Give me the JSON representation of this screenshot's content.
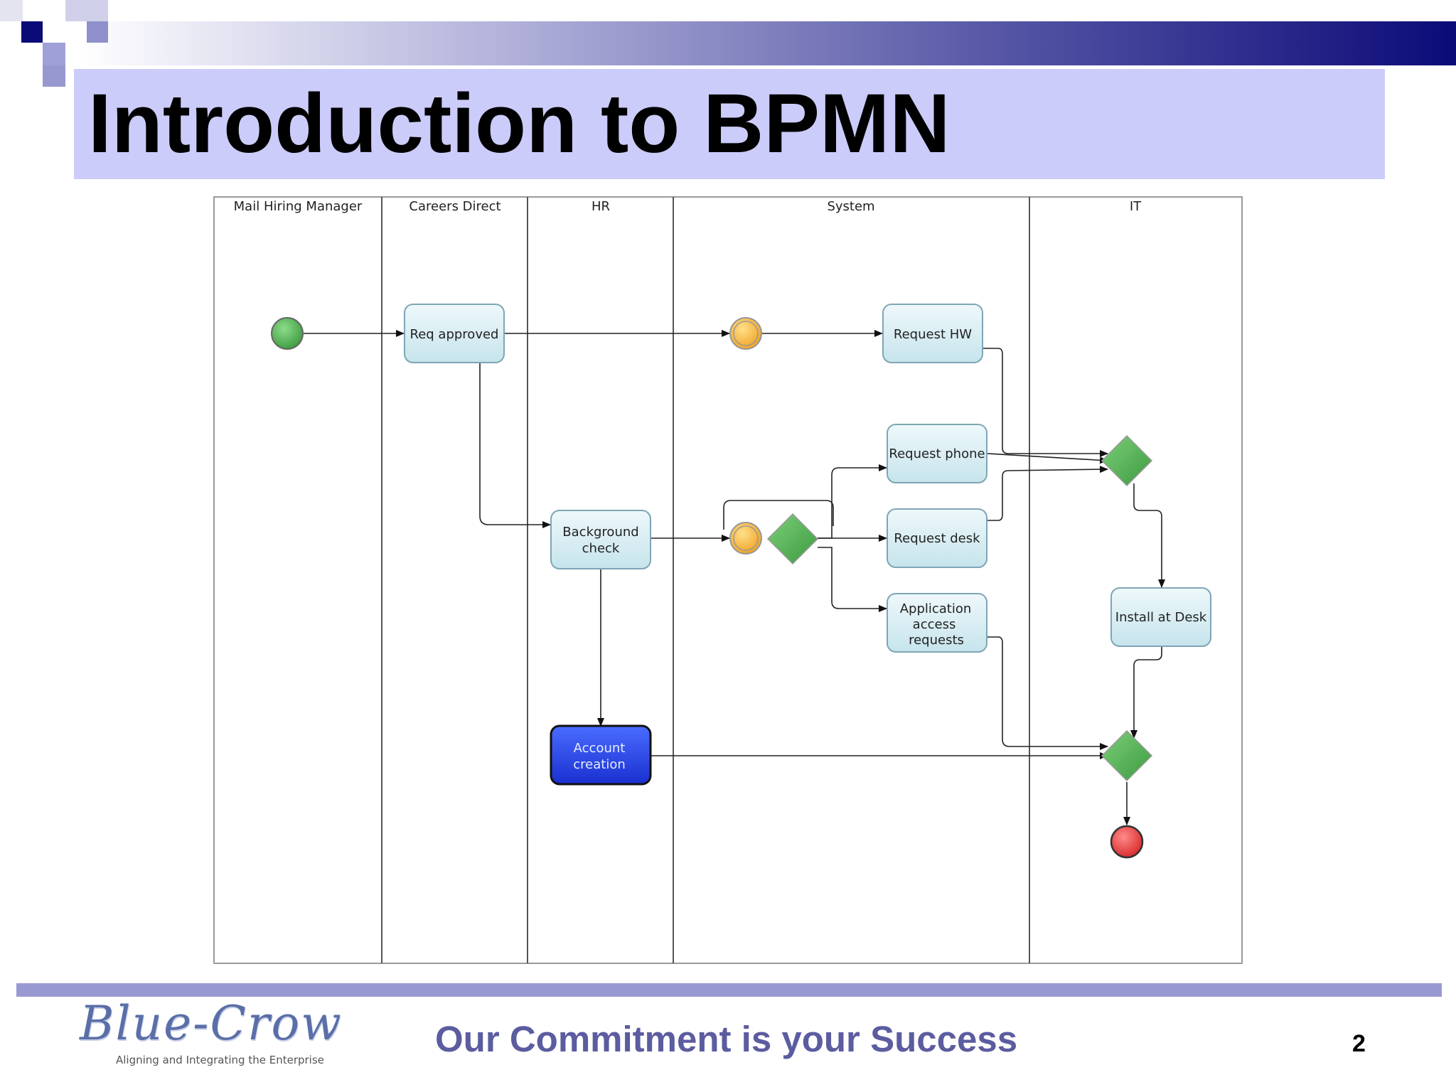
{
  "slide": {
    "title": "Introduction to BPMN",
    "footer_slogan": "Our Commitment is your Success",
    "page_number": "2"
  },
  "logo": {
    "script_text": "Blue-Crow",
    "tagline": "Aligning and Integrating the Enterprise"
  },
  "colors": {
    "title_band": "#ccccfa",
    "header_dark": "#0b0b78",
    "footer_line": "#9a9ad2",
    "slogan_text": "#5c5ca0",
    "task_fill": "#d6eef4",
    "task_stroke": "#7ea6b4",
    "highlight_task_fill": "#3050f0",
    "start_event": "#4caf50",
    "intermediate_event": "#f5b731",
    "end_event": "#e53935",
    "gateway": "#4caf50"
  },
  "diagram": {
    "lanes": [
      {
        "label": "Mail Hiring Manager"
      },
      {
        "label": "Careers Direct"
      },
      {
        "label": "HR"
      },
      {
        "label": "System"
      },
      {
        "label": "IT"
      }
    ],
    "tasks": {
      "req_approved": "Req approved",
      "background_check": [
        "Background",
        "check"
      ],
      "account_creation": [
        "Account",
        "creation"
      ],
      "request_hw": "Request HW",
      "request_phone": "Request phone",
      "request_desk": "Request desk",
      "application_access": [
        "Application",
        "access",
        "requests"
      ],
      "install_at_desk": "Install at Desk"
    },
    "events": [
      "start-event",
      "intermediate-event-1",
      "intermediate-event-2",
      "end-event"
    ],
    "gateways": [
      "split-gateway",
      "merge-gateway-1",
      "merge-gateway-2"
    ]
  }
}
